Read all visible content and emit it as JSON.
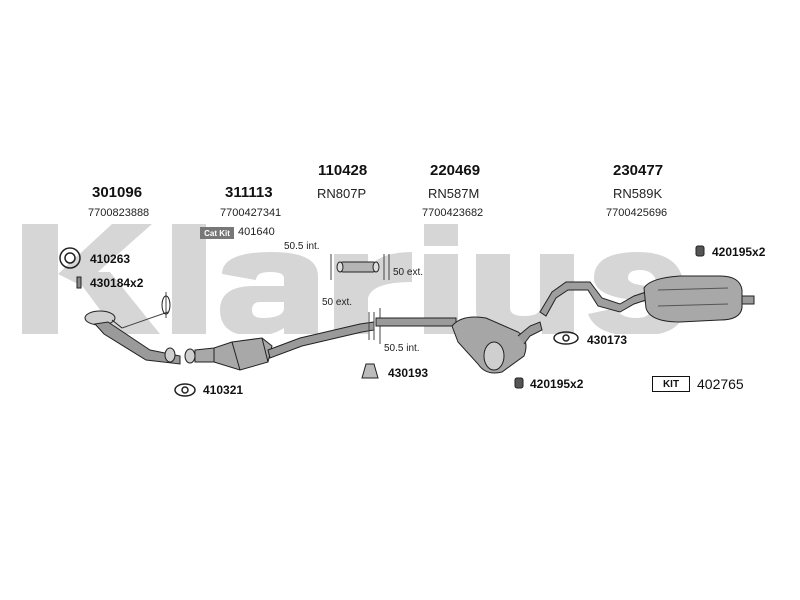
{
  "brand": "Klarius",
  "colors": {
    "watermark": "#d4d4d4",
    "pipe": "#8a8a8a",
    "outline": "#222222"
  },
  "parts": [
    {
      "part": "301096",
      "oe": "7700823888"
    },
    {
      "part": "311113",
      "oe": "7700427341"
    },
    {
      "part": "110428",
      "ref": "RN807P"
    },
    {
      "part": "220469",
      "ref": "RN587M",
      "oe": "7700423682"
    },
    {
      "part": "230477",
      "ref": "RN589K",
      "oe": "7700425696"
    }
  ],
  "cat_kit": {
    "label": "Cat Kit",
    "number": "401640"
  },
  "accessories": {
    "a410263": "410263",
    "a430184": "430184x2",
    "a410321": "410321",
    "a430193": "430193",
    "a430173": "430173",
    "a420195_top": "420195x2",
    "a420195_bottom": "420195x2"
  },
  "dimensions": {
    "d1": "50.5 int.",
    "d2": "50 ext.",
    "d3": "50 ext.",
    "d4": "50.5 int."
  },
  "kit": {
    "label": "KIT",
    "number": "402765"
  }
}
